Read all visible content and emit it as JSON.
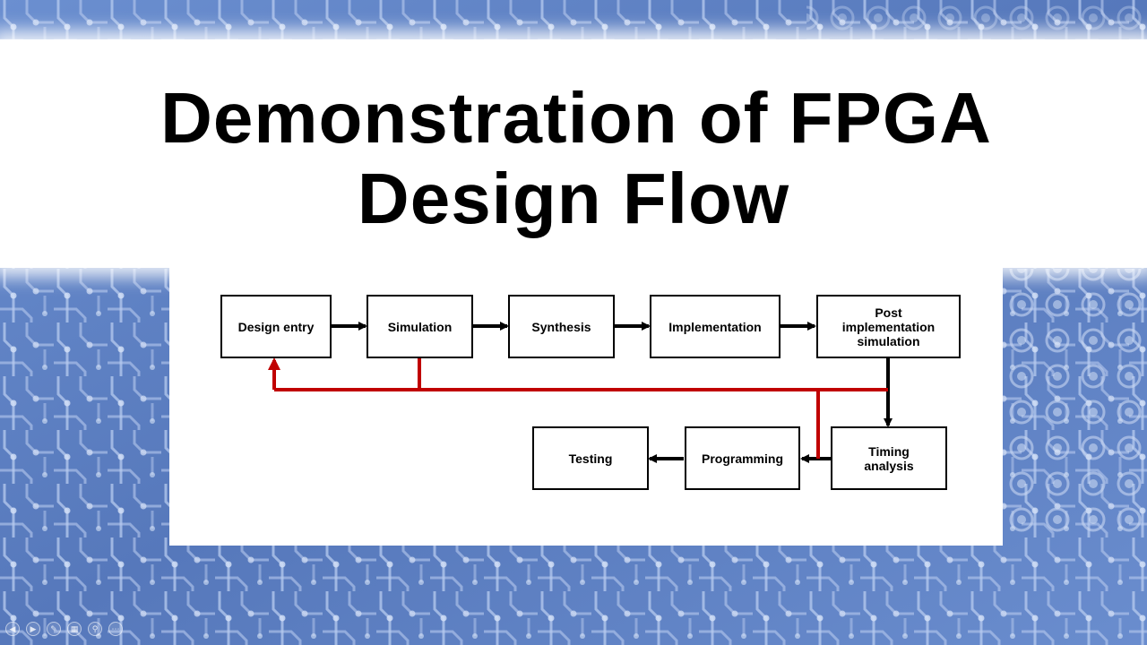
{
  "slide": {
    "title_line1": "Demonstration of FPGA",
    "title_line2": "Design Flow"
  },
  "diagram": {
    "nodes": [
      {
        "id": "design-entry",
        "label": "Design entry"
      },
      {
        "id": "simulation",
        "label": "Simulation"
      },
      {
        "id": "synthesis",
        "label": "Synthesis"
      },
      {
        "id": "implementation",
        "label": "Implementation"
      },
      {
        "id": "post-implementation-simulation",
        "label": "Post\nimplementation\nsimulation"
      },
      {
        "id": "timing-analysis",
        "label": "Timing\nanalysis"
      },
      {
        "id": "programming",
        "label": "Programming"
      },
      {
        "id": "testing",
        "label": "Testing"
      }
    ],
    "edges": [
      {
        "from": "design-entry",
        "to": "simulation",
        "type": "flow"
      },
      {
        "from": "simulation",
        "to": "synthesis",
        "type": "flow"
      },
      {
        "from": "synthesis",
        "to": "implementation",
        "type": "flow"
      },
      {
        "from": "implementation",
        "to": "post-implementation-simulation",
        "type": "flow"
      },
      {
        "from": "post-implementation-simulation",
        "to": "timing-analysis",
        "type": "flow"
      },
      {
        "from": "timing-analysis",
        "to": "programming",
        "type": "flow"
      },
      {
        "from": "programming",
        "to": "testing",
        "type": "flow"
      },
      {
        "from": "simulation",
        "to": "design-entry",
        "type": "feedback"
      },
      {
        "from": "post-implementation-simulation",
        "to": "design-entry",
        "type": "feedback"
      },
      {
        "from": "timing-analysis",
        "to": "design-entry",
        "type": "feedback"
      }
    ],
    "colors": {
      "flow": "#000000",
      "feedback": "#c00000"
    }
  },
  "theme": {
    "background": "#5a7fc0",
    "circuit_trace": "#a9c0e8"
  },
  "player_controls": [
    {
      "id": "prev",
      "icon": "prev-icon"
    },
    {
      "id": "next",
      "icon": "next-icon"
    },
    {
      "id": "pen",
      "icon": "pen-icon"
    },
    {
      "id": "slides",
      "icon": "slides-icon"
    },
    {
      "id": "zoom",
      "icon": "zoom-icon"
    },
    {
      "id": "more",
      "icon": "more-icon"
    }
  ]
}
